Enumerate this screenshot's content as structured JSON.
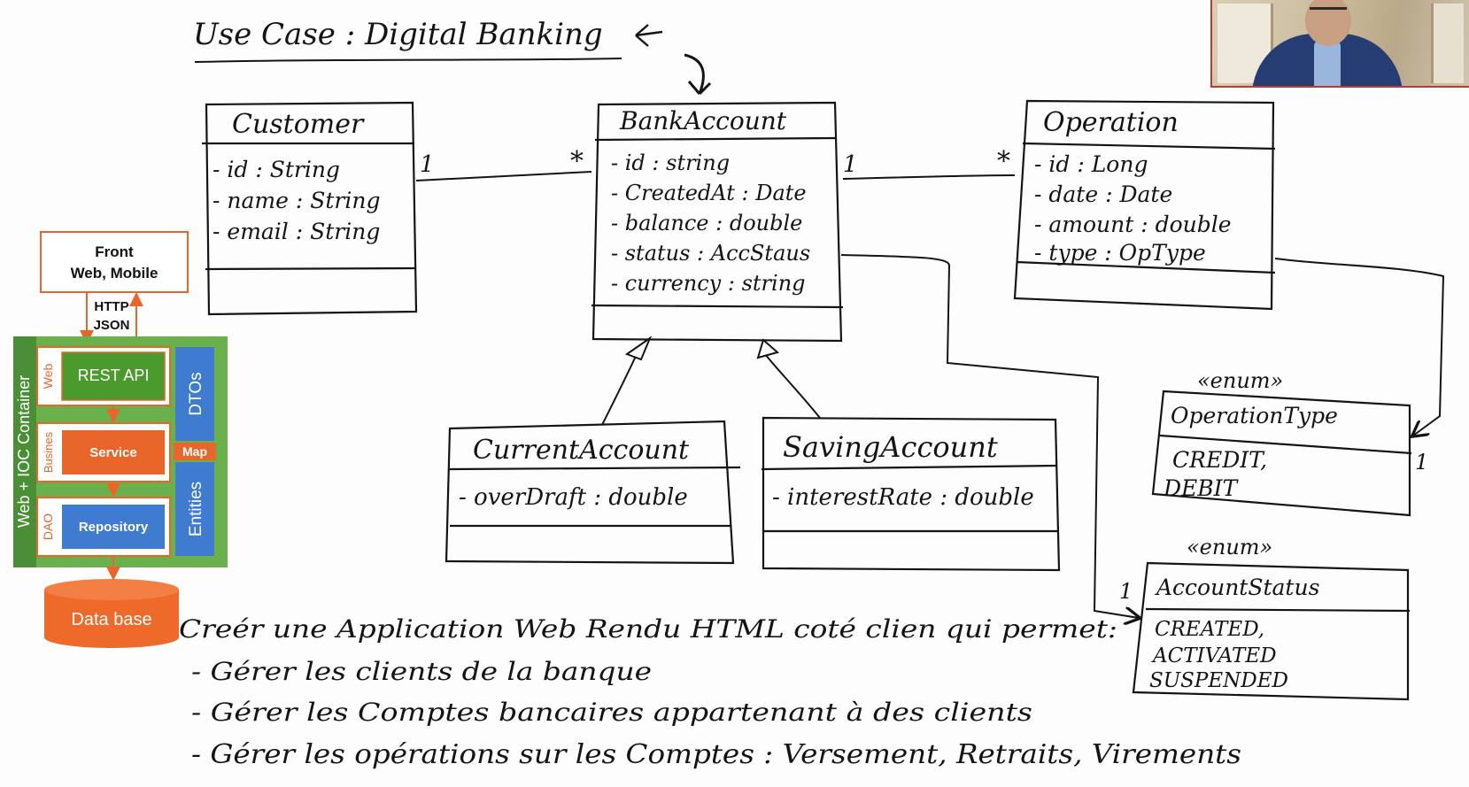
{
  "title": "Use Case : Digital Banking",
  "classes": {
    "customer": {
      "name": "Customer",
      "attributes": [
        "- id : String",
        "- name : String",
        "- email : String"
      ]
    },
    "bank_account": {
      "name": "BankAccount",
      "attributes": [
        "- id : string",
        "- CreatedAt : Date",
        "- balance : double",
        "- status : AccStaus",
        "- currency : string"
      ]
    },
    "operation": {
      "name": "Operation",
      "attributes": [
        "- id : Long",
        "- date : Date",
        "- amount : double",
        "- type : OpType"
      ]
    },
    "current_account": {
      "name": "CurrentAccount",
      "attributes": [
        "- overDraft : double"
      ]
    },
    "saving_account": {
      "name": "SavingAccount",
      "attributes": [
        "- interestRate : double"
      ]
    }
  },
  "enums": {
    "operation_type": {
      "stereotype": "«enum»",
      "name": "OperationType",
      "values": [
        "CREDIT,",
        "DEBIT"
      ]
    },
    "account_status": {
      "stereotype": "«enum»",
      "name": "AccountStatus",
      "values": [
        "CREATED,",
        "ACTIVATED",
        "SUSPENDED"
      ]
    }
  },
  "multiplicities": {
    "customer_side": "1",
    "account_from_customer": "*",
    "account_to_operation": "1",
    "operation_side": "*",
    "optype_side": "1",
    "status_side": "1"
  },
  "architecture": {
    "front": [
      "Front",
      "Web, Mobile"
    ],
    "protocol": [
      "HTTP",
      "JSON"
    ],
    "container": "Web + IOC Container",
    "layers": [
      "Web",
      "Busines",
      "DAO"
    ],
    "components": [
      "REST API",
      "Service",
      "Repository"
    ],
    "dtos": "DTOs",
    "map": "Map",
    "entities": "Entities",
    "database": "Data base"
  },
  "requirements": {
    "heading": "Creér une Application Web Rendu HTML coté clien qui permet:",
    "items": [
      "- Gérer les clients de la banque",
      "- Gérer les Comptes bancaires appartenant à des clients",
      "- Gérer les opérations sur les Comptes : Versement, Retraits, Virements"
    ]
  },
  "colors": {
    "ink": "#141414",
    "front_border": "#e8662a",
    "container_green": "#6ab04c",
    "container_dark": "#4a8e35",
    "layer_orange": "#e8662a",
    "rest_api": "#4a9a2e",
    "service": "#e8662a",
    "repository": "#3f7cd0",
    "dtos": "#3f7cd0",
    "map": "#e8662a",
    "entities": "#3f7cd0",
    "database": "#ee6a2a"
  },
  "webcam": {
    "icon": "presenter-webcam"
  }
}
